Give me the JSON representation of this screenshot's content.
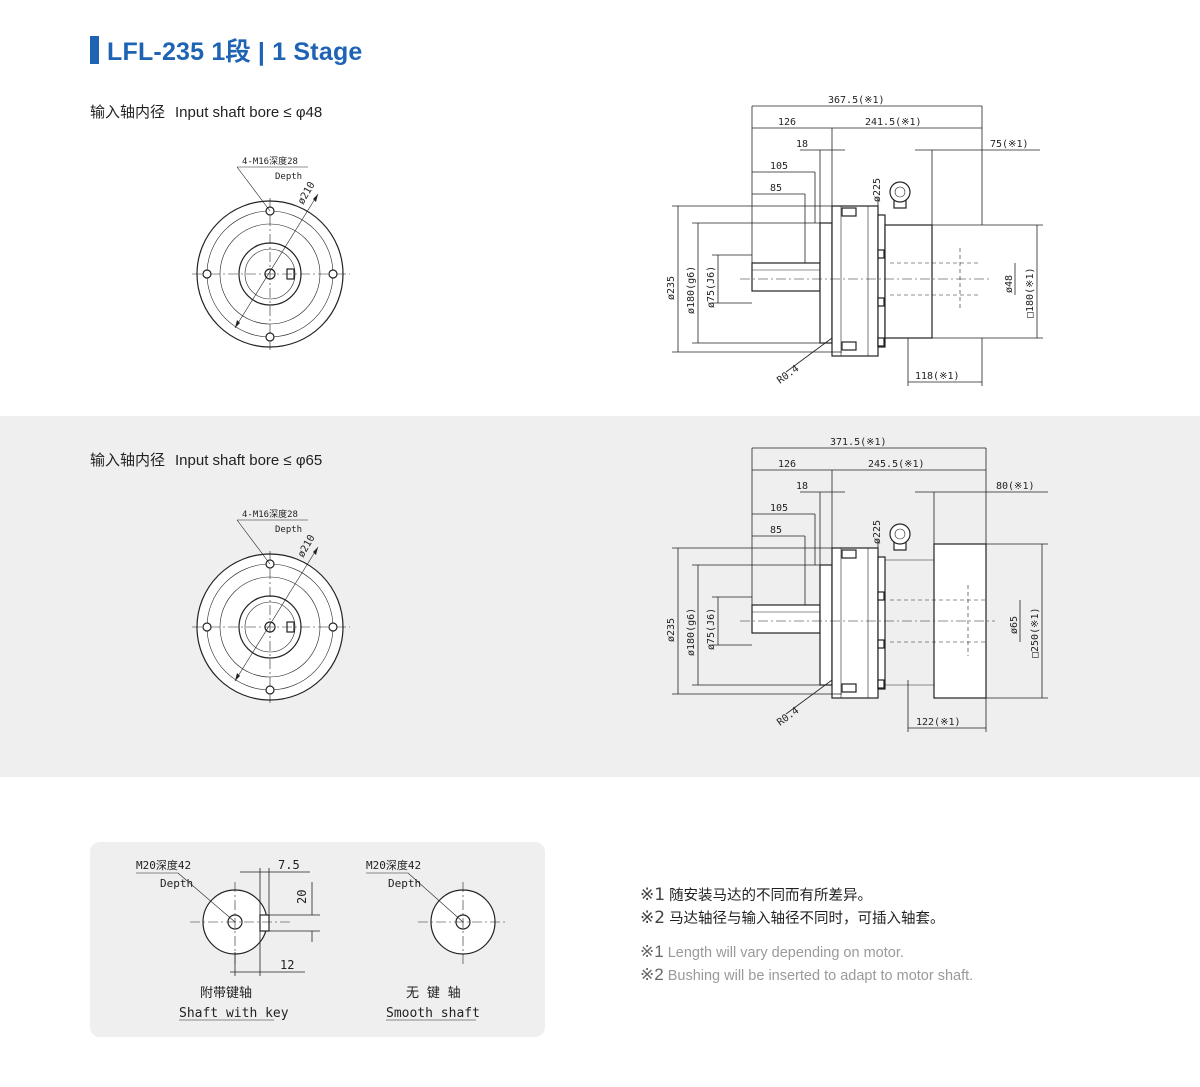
{
  "title": {
    "text": "LFL-235  1段  | 1 Stage",
    "accent_color": "#1f63b4"
  },
  "section1": {
    "bore_cn": "输入轴内径",
    "bore_en": "Input shaft bore  ≤ φ48",
    "front": {
      "tap": "4-M16深度28",
      "depth": "Depth",
      "pcd": "ø210"
    },
    "side": {
      "overall": "367.5(※1)",
      "left_len": "126",
      "right_len": "241.5(※1)",
      "flange_t": "18",
      "d105": "105",
      "d85": "85",
      "motor_len": "75(※1)",
      "d225": "ø225",
      "d235": "ø235",
      "d180": "ø180(g6)",
      "d75": "ø75(J6)",
      "bore": "ø48",
      "square": "□180(※1)",
      "radius": "R0.4",
      "bottom_len": "118(※1)"
    }
  },
  "section2": {
    "bore_cn": "输入轴内径",
    "bore_en": "Input shaft bore  ≤ φ65",
    "front": {
      "tap": "4-M16深度28",
      "depth": "Depth",
      "pcd": "ø210"
    },
    "side": {
      "overall": "371.5(※1)",
      "left_len": "126",
      "right_len": "245.5(※1)",
      "flange_t": "18",
      "d105": "105",
      "d85": "85",
      "motor_len": "80(※1)",
      "d225": "ø225",
      "d235": "ø235",
      "d180": "ø180(g6)",
      "d75": "ø75(J6)",
      "bore": "ø65",
      "square": "□250(※1)",
      "radius": "R0.4",
      "bottom_len": "122(※1)"
    }
  },
  "shafts": {
    "keyed": {
      "tap": "M20深度42",
      "depth": "Depth",
      "key_w": "7.5",
      "key_h": "20",
      "width": "12",
      "label_cn": "附带键轴",
      "label_en": "Shaft with key"
    },
    "smooth": {
      "tap": "M20深度42",
      "depth": "Depth",
      "label_cn": "无 键 轴",
      "label_en": "Smooth shaft"
    }
  },
  "notes": {
    "cn1_mark": "※1",
    "cn1": "随安装马达的不同而有所差异。",
    "cn2_mark": "※2",
    "cn2": "马达轴径与输入轴径不同时，可插入轴套。",
    "en1_mark": "※1",
    "en1": "Length will vary depending on motor.",
    "en2_mark": "※2",
    "en2": "Bushing will be inserted to adapt to motor shaft."
  }
}
